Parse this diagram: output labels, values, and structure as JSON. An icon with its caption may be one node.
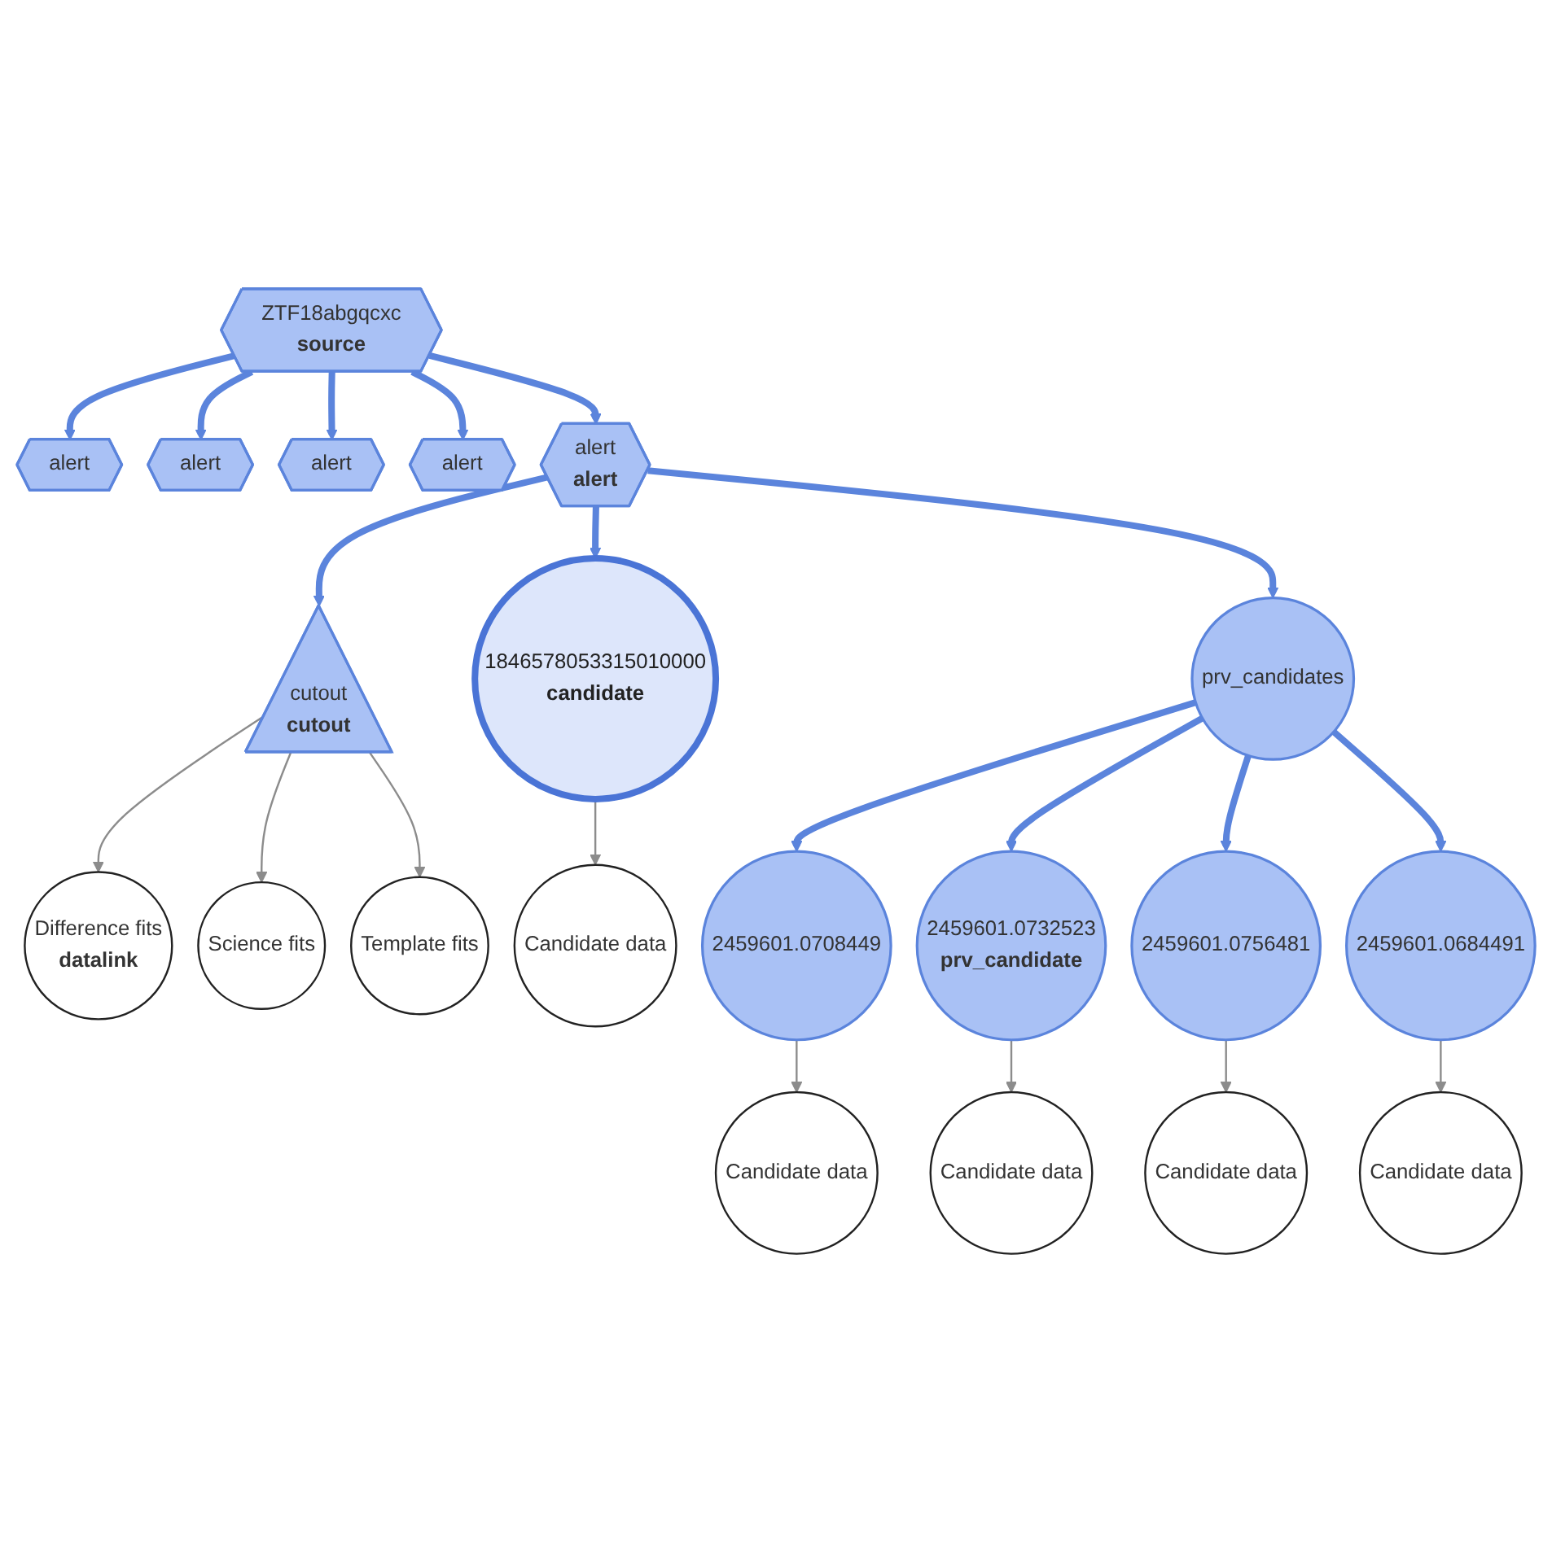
{
  "diagram": {
    "nodes": [
      {
        "text": [
          "ZTF18abgqcxc",
          "source"
        ]
      },
      {
        "text": [
          "alert"
        ]
      },
      {
        "text": [
          "alert"
        ]
      },
      {
        "text": [
          "alert"
        ]
      },
      {
        "text": [
          "alert"
        ]
      },
      {
        "text": [
          "alert",
          "alert"
        ]
      },
      {
        "text": [
          "cutout",
          "cutout"
        ]
      },
      {
        "text": [
          "Difference fits",
          "datalink"
        ]
      },
      {
        "text": [
          "Science fits"
        ]
      },
      {
        "text": [
          "Template fits"
        ]
      },
      {
        "text": [
          "1846578053315010000",
          "candidate"
        ]
      },
      {
        "text": [
          "Candidate data"
        ]
      },
      {
        "text": [
          "prv_candidates"
        ]
      },
      {
        "text": [
          "2459601.0708449"
        ]
      },
      {
        "text": [
          "Candidate data"
        ]
      },
      {
        "text": [
          "2459601.0732523",
          "prv_candidate"
        ]
      },
      {
        "text": [
          "Candidate data"
        ]
      },
      {
        "text": [
          "2459601.0756481"
        ]
      },
      {
        "text": [
          "Candidate data"
        ]
      },
      {
        "text": [
          "2459601.0684491"
        ]
      },
      {
        "text": [
          "Candidate data"
        ]
      }
    ],
    "edges": [
      {
        "from": 0,
        "to": 1,
        "arrow": "to"
      },
      {
        "from": 0,
        "to": 2,
        "arrow": "to"
      },
      {
        "from": 0,
        "to": 3,
        "arrow": "to"
      },
      {
        "from": 0,
        "to": 4,
        "arrow": "to"
      },
      {
        "from": 0,
        "to": 5,
        "arrow": "to"
      },
      {
        "from": 5,
        "to": 6,
        "arrow": "to"
      },
      {
        "from": 6,
        "to": 7,
        "arrow": "to",
        "color": "#8c8c8c"
      },
      {
        "from": 6,
        "to": 8,
        "arrow": "to",
        "color": "#8c8c8c"
      },
      {
        "from": 6,
        "to": 9,
        "arrow": "to",
        "color": "#8c8c8c"
      },
      {
        "from": 5,
        "to": 10,
        "arrow": "to"
      },
      {
        "from": 10,
        "to": 11,
        "arrow": "to",
        "color": "#8c8c8c"
      },
      {
        "from": 5,
        "to": 12,
        "arrow": "to"
      },
      {
        "from": 12,
        "to": 13,
        "arrow": "to"
      },
      {
        "from": 12,
        "to": 15,
        "arrow": "to"
      },
      {
        "from": 12,
        "to": 17,
        "arrow": "to"
      },
      {
        "from": 12,
        "to": 19,
        "arrow": "to"
      },
      {
        "from": 13,
        "to": 14,
        "arrow": "to",
        "color": "#8c8c8c"
      },
      {
        "from": 15,
        "to": 16,
        "arrow": "to",
        "color": "#8c8c8c"
      },
      {
        "from": 17,
        "to": 18,
        "arrow": "to",
        "color": "#8c8c8c"
      },
      {
        "from": 19,
        "to": 20,
        "arrow": "to",
        "color": "#8c8c8c"
      }
    ]
  }
}
